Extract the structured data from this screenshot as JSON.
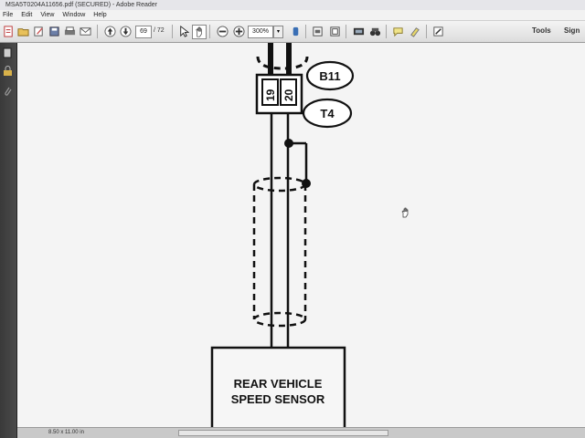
{
  "window": {
    "title": "MSA5T0204A11656.pdf (SECURED) - Adobe Reader"
  },
  "menu": [
    "File",
    "Edit",
    "View",
    "Window",
    "Help"
  ],
  "toolbar": {
    "current_page": "69",
    "total_pages": "/ 72",
    "zoom": "300%",
    "tools_label": "Tools",
    "sign_label": "Sign"
  },
  "diagram": {
    "connector_pins": [
      "19",
      "20"
    ],
    "connector_labels": [
      "B11",
      "T4"
    ],
    "component_label_line1": "REAR VEHICLE",
    "component_label_line2": "SPEED SENSOR"
  },
  "statusbar": {
    "page_size": "8.50 x 11.00 in"
  }
}
